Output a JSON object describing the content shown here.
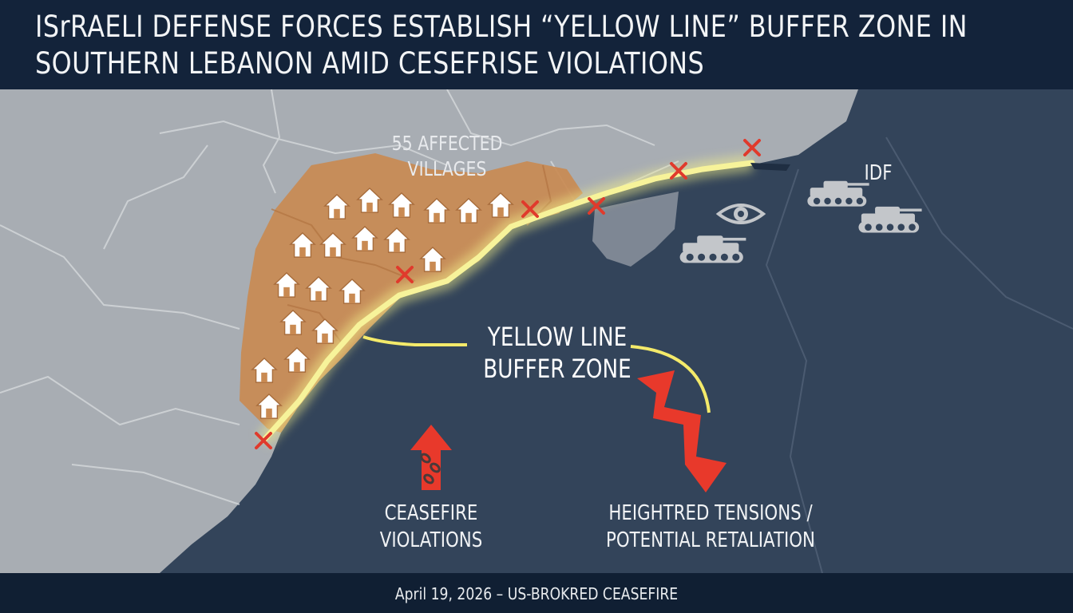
{
  "header": {
    "headline_line1": "ISrRAELI DEFENSE FORCES ESTABLISH “YELLOW LINE” BUFFER ZONE IN",
    "headline_line2": "SOUTHERN LEBANON AMID CESEFRISE VIOLATIONS"
  },
  "map": {
    "affected_villages_label_line1": "55 AFFECTED",
    "affected_villages_label_line2": "VILLAGES",
    "idf_label": "IDF",
    "buffer_zone_label_line1": "YELLOW LINE",
    "buffer_zone_label_line2": "BUFFER ZONE",
    "ceasefire_label_line1": "CEASEFIRE",
    "ceasefire_label_line2": "VIOLATIONS",
    "tensions_label_line1": "HEIGHTRED TENSIONS /",
    "tensions_label_line2": "POTENTIAL RETALIATION",
    "colors": {
      "land": "#a8adb3",
      "sea": "#33445a",
      "affected_zone": "#c98a52",
      "yellow_line": "#f4f08a",
      "violation_marker": "#e03a2c",
      "arrow": "#e8392b"
    },
    "icons": [
      "house-icon",
      "violation-x-icon",
      "tank-icon",
      "eye-icon",
      "broken-chain-icon",
      "up-arrow-icon",
      "zigzag-arrow-icon"
    ]
  },
  "footer": {
    "text": "April 19, 2026 – US-BROKRED CEASEFIRE"
  }
}
